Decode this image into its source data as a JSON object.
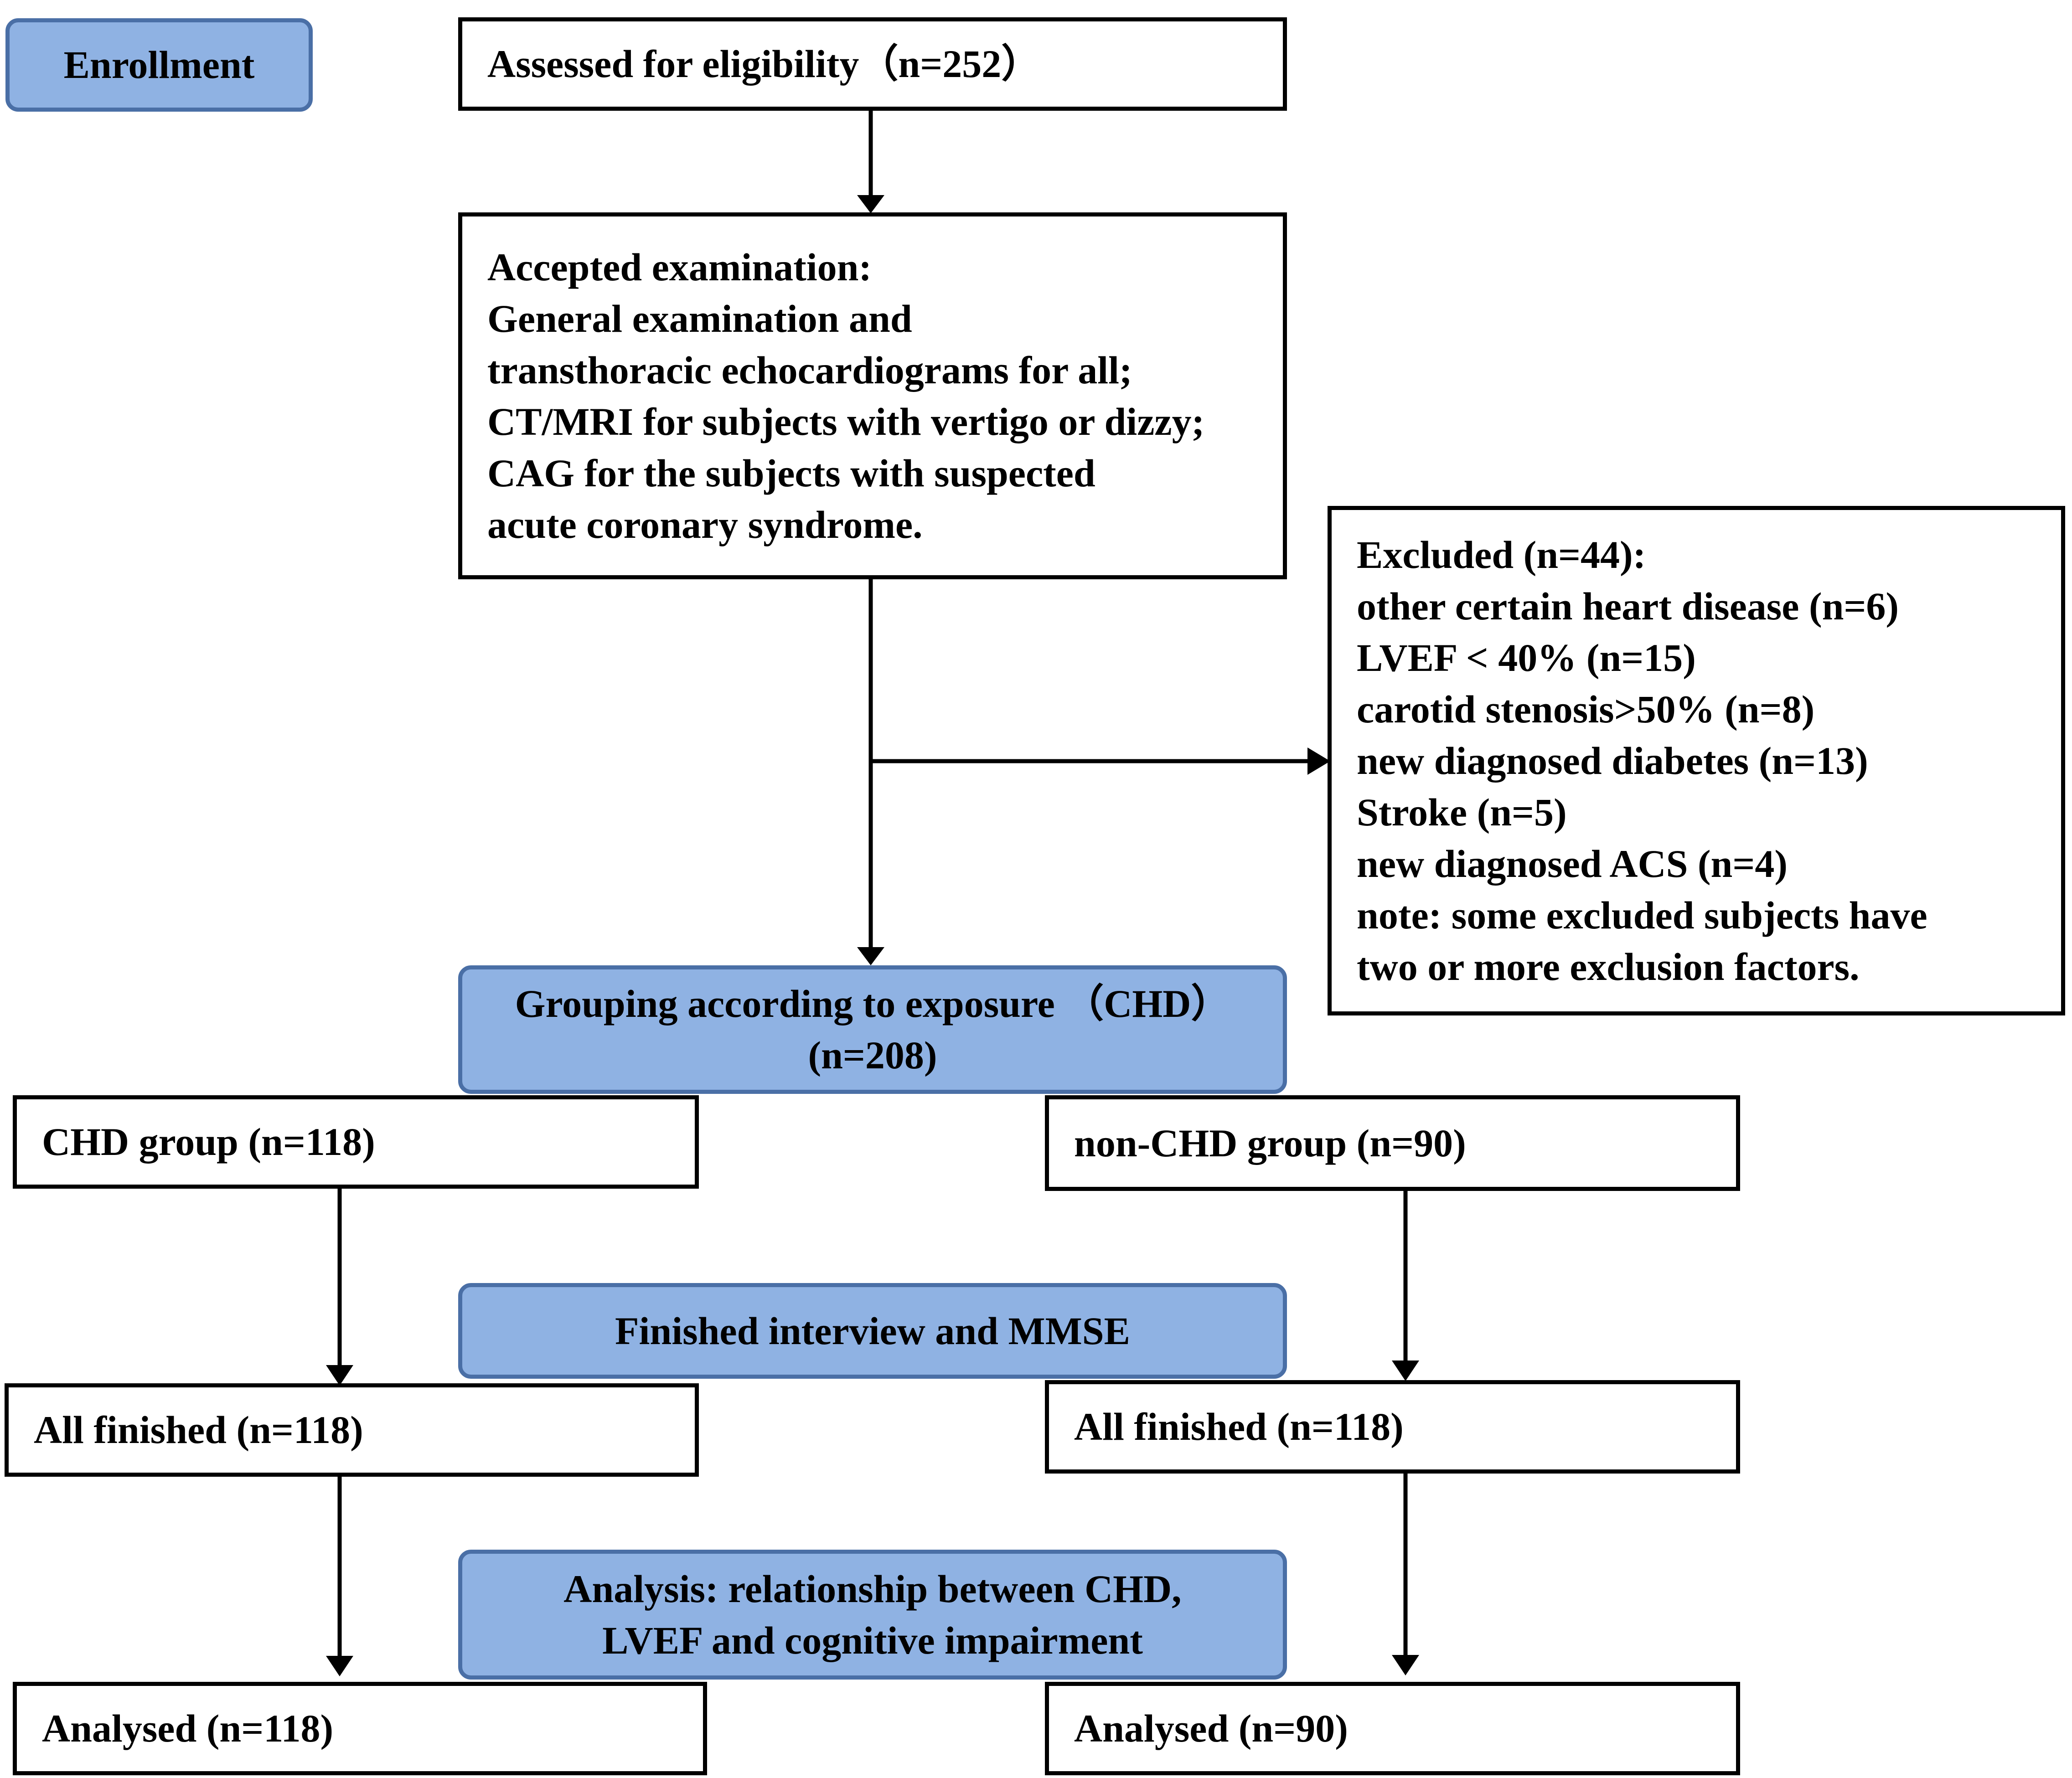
{
  "nodes": {
    "enrollment": "Enrollment",
    "assessed": "Assessed for eligibility（n=252）",
    "accepted": [
      "Accepted examination:",
      "General examination and",
      "transthoracic echocardiograms for all;",
      "CT/MRI for subjects with vertigo or dizzy;",
      "CAG for the subjects with suspected",
      "acute coronary syndrome."
    ],
    "excluded": [
      "Excluded (n=44):",
      "other certain heart disease (n=6)",
      "LVEF < 40% (n=15)",
      "carotid stenosis>50% (n=8)",
      "new diagnosed diabetes (n=13)",
      "Stroke (n=5)",
      "new diagnosed ACS (n=4)",
      "note: some excluded subjects have",
      "two or more exclusion factors."
    ],
    "grouping": [
      "Grouping according to exposure （CHD）",
      "(n=208)"
    ],
    "chd_group": "CHD group (n=118)",
    "non_chd_group": "non-CHD group (n=90)",
    "finished_stage": "Finished interview and MMSE",
    "all_finished_left": "All finished (n=118)",
    "all_finished_right": "All finished (n=118)",
    "analysis_stage": [
      "Analysis: relationship between CHD,",
      "LVEF  and cognitive impairment"
    ],
    "analysed_left": "Analysed (n=118)",
    "analysed_right": "Analysed (n=90)"
  },
  "colors": {
    "stage_fill": "#8fb2e3",
    "stage_border": "#4a6fa6",
    "box_border": "#000000"
  }
}
